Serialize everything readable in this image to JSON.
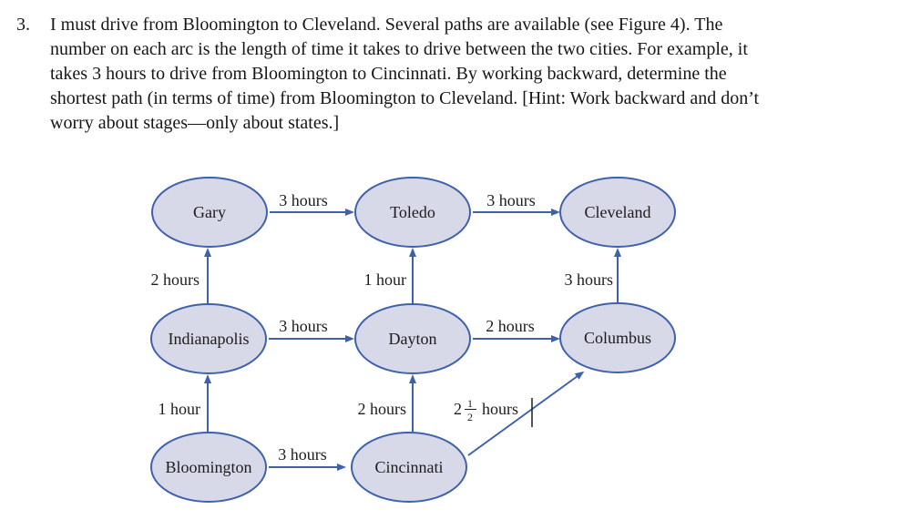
{
  "problem": {
    "number": "3.",
    "lines": [
      "I must drive from Bloomington to Cleveland. Several paths are available (see Figure 4). The",
      "number on each arc is the length of time it takes to drive between the two cities. For example, it",
      "takes 3 hours to drive from Bloomington to Cincinnati. By working backward, determine the",
      "shortest path (in terms of time) from Bloomington to Cleveland. [Hint: Work backward and don’t",
      "worry about stages—only about states.]"
    ]
  },
  "figure": {
    "colors": {
      "node_fill": "#d8d9e8",
      "node_stroke": "#3d61ab",
      "arrow": "#3d61ab",
      "text": "#1c1c1c"
    },
    "nodes": [
      {
        "id": "gary",
        "label": "Gary"
      },
      {
        "id": "toledo",
        "label": "Toledo"
      },
      {
        "id": "cleveland",
        "label": "Cleveland"
      },
      {
        "id": "indianapolis",
        "label": "Indianapolis"
      },
      {
        "id": "dayton",
        "label": "Dayton"
      },
      {
        "id": "columbus",
        "label": "Columbus"
      },
      {
        "id": "bloomington",
        "label": "Bloomington"
      },
      {
        "id": "cincinnati",
        "label": "Cincinnati"
      }
    ],
    "edges": [
      {
        "from": "Gary",
        "to": "Toledo",
        "label": "3 hours"
      },
      {
        "from": "Toledo",
        "to": "Cleveland",
        "label": "3 hours"
      },
      {
        "from": "Indianapolis",
        "to": "Gary",
        "label": "2 hours"
      },
      {
        "from": "Dayton",
        "to": "Toledo",
        "label": "1 hour"
      },
      {
        "from": "Columbus",
        "to": "Cleveland",
        "label": "3 hours"
      },
      {
        "from": "Indianapolis",
        "to": "Dayton",
        "label": "3 hours"
      },
      {
        "from": "Dayton",
        "to": "Columbus",
        "label": "2 hours"
      },
      {
        "from": "Bloomington",
        "to": "Indianapolis",
        "label": "1 hour"
      },
      {
        "from": "Cincinnati",
        "to": "Dayton",
        "label": "2 hours"
      },
      {
        "from": "Bloomington",
        "to": "Cincinnati",
        "label": "3 hours"
      },
      {
        "from": "Cincinnati",
        "to": "Columbus",
        "label": "2½ hours",
        "whole": "2",
        "numerator": "1",
        "denominator": "2",
        "unit": "hours"
      }
    ]
  }
}
